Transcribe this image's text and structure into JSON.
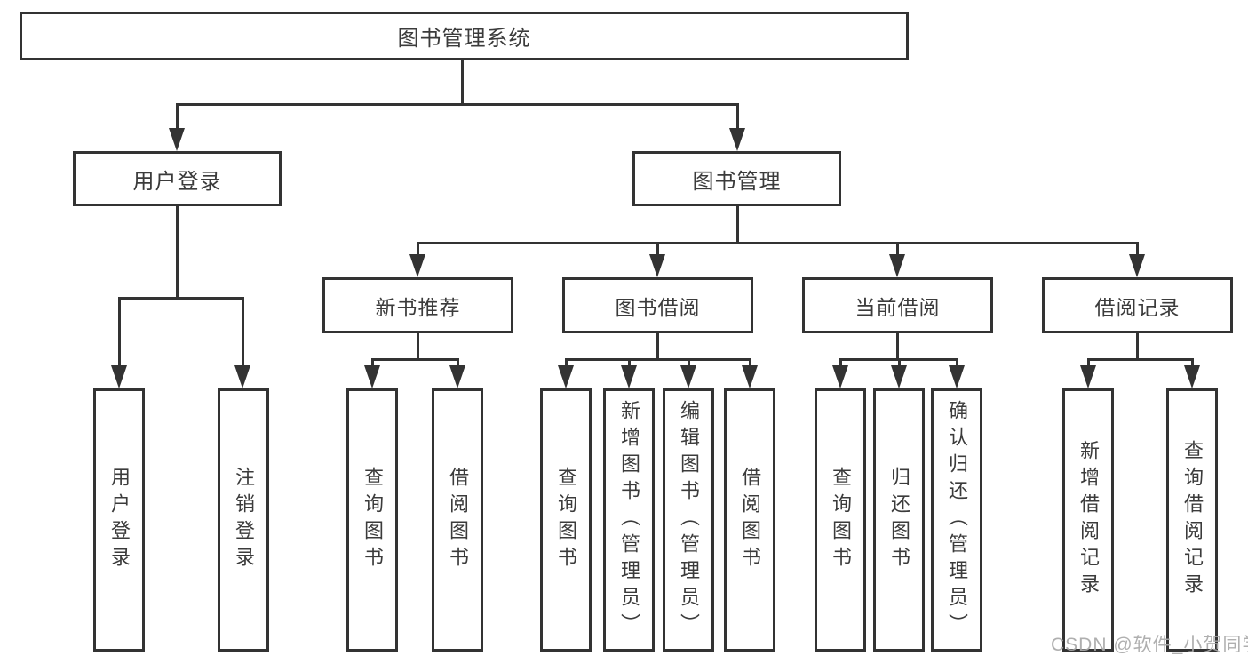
{
  "diagram": {
    "title": "图书管理系统",
    "type": "function-structure-tree"
  },
  "tree": {
    "root": {
      "label": "图书管理系统"
    },
    "branches": [
      {
        "label": "用户登录",
        "children": [
          {
            "label": "用户登录"
          },
          {
            "label": "注销登录"
          }
        ]
      },
      {
        "label": "图书管理",
        "children": [
          {
            "label": "新书推荐",
            "children": [
              {
                "label": "查询图书"
              },
              {
                "label": "借阅图书"
              }
            ]
          },
          {
            "label": "图书借阅",
            "children": [
              {
                "label": "查询图书"
              },
              {
                "label": "新增图书（管理员）"
              },
              {
                "label": "编辑图书（管理员）"
              },
              {
                "label": "借阅图书"
              }
            ]
          },
          {
            "label": "当前借阅",
            "children": [
              {
                "label": "查询图书"
              },
              {
                "label": "归还图书"
              },
              {
                "label": "确认归还（管理员）"
              }
            ]
          },
          {
            "label": "借阅记录",
            "children": [
              {
                "label": "新增借阅记录"
              },
              {
                "label": "查询借阅记录"
              }
            ]
          }
        ]
      }
    ]
  },
  "watermark": {
    "text": "CSDN @软件_小贺同学"
  },
  "colors": {
    "line": "#333333",
    "text": "#3b3b3b",
    "background": "#ffffff",
    "watermark": "#a8a8a8"
  }
}
